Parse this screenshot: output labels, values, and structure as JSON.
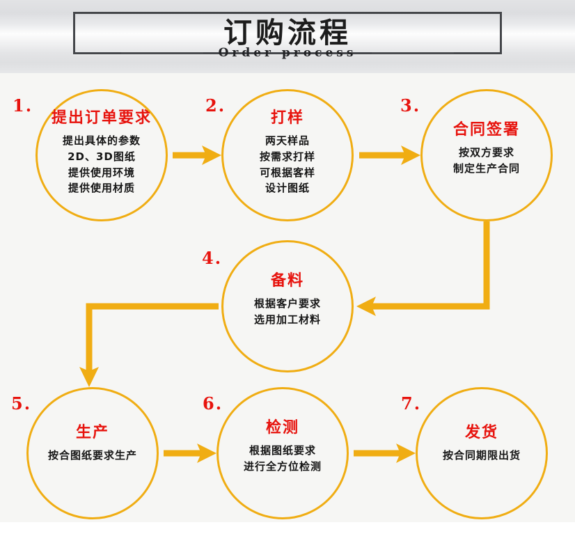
{
  "header": {
    "title_cn": "订购流程",
    "subtitle_en": "Order process"
  },
  "colors": {
    "accent_orange": "#f0ad13",
    "title_red": "#e7130d",
    "body_black": "#151515",
    "frame_gray": "#44464a",
    "page_bg": "#f6f6f4"
  },
  "flow": {
    "type": "process-flowchart",
    "steps": [
      {
        "number": "1.",
        "title": "提出订单要求",
        "lines": [
          "提出具体的参数",
          "2D、3D图纸",
          "提供使用环境",
          "提供使用材质"
        ]
      },
      {
        "number": "2.",
        "title": "打样",
        "lines": [
          "两天样品",
          "按需求打样",
          "可根据客样",
          "设计图纸"
        ]
      },
      {
        "number": "3.",
        "title": "合同签署",
        "lines": [
          "按双方要求",
          "制定生产合同"
        ]
      },
      {
        "number": "4.",
        "title": "备料",
        "lines": [
          "根据客户要求",
          "选用加工材料"
        ]
      },
      {
        "number": "5.",
        "title": "生产",
        "lines": [
          "按合图纸要求生产"
        ]
      },
      {
        "number": "6.",
        "title": "检测",
        "lines": [
          "根据图纸要求",
          "进行全方位检测"
        ]
      },
      {
        "number": "7.",
        "title": "发货",
        "lines": [
          "按合同期限出货"
        ]
      }
    ],
    "connections": [
      {
        "from": "1",
        "to": "2",
        "shape": "straight-right"
      },
      {
        "from": "2",
        "to": "3",
        "shape": "straight-right"
      },
      {
        "from": "3",
        "to": "4",
        "shape": "elbow-down-left"
      },
      {
        "from": "4",
        "to": "5",
        "shape": "elbow-left-down"
      },
      {
        "from": "5",
        "to": "6",
        "shape": "straight-right"
      },
      {
        "from": "6",
        "to": "7",
        "shape": "straight-right"
      }
    ]
  }
}
